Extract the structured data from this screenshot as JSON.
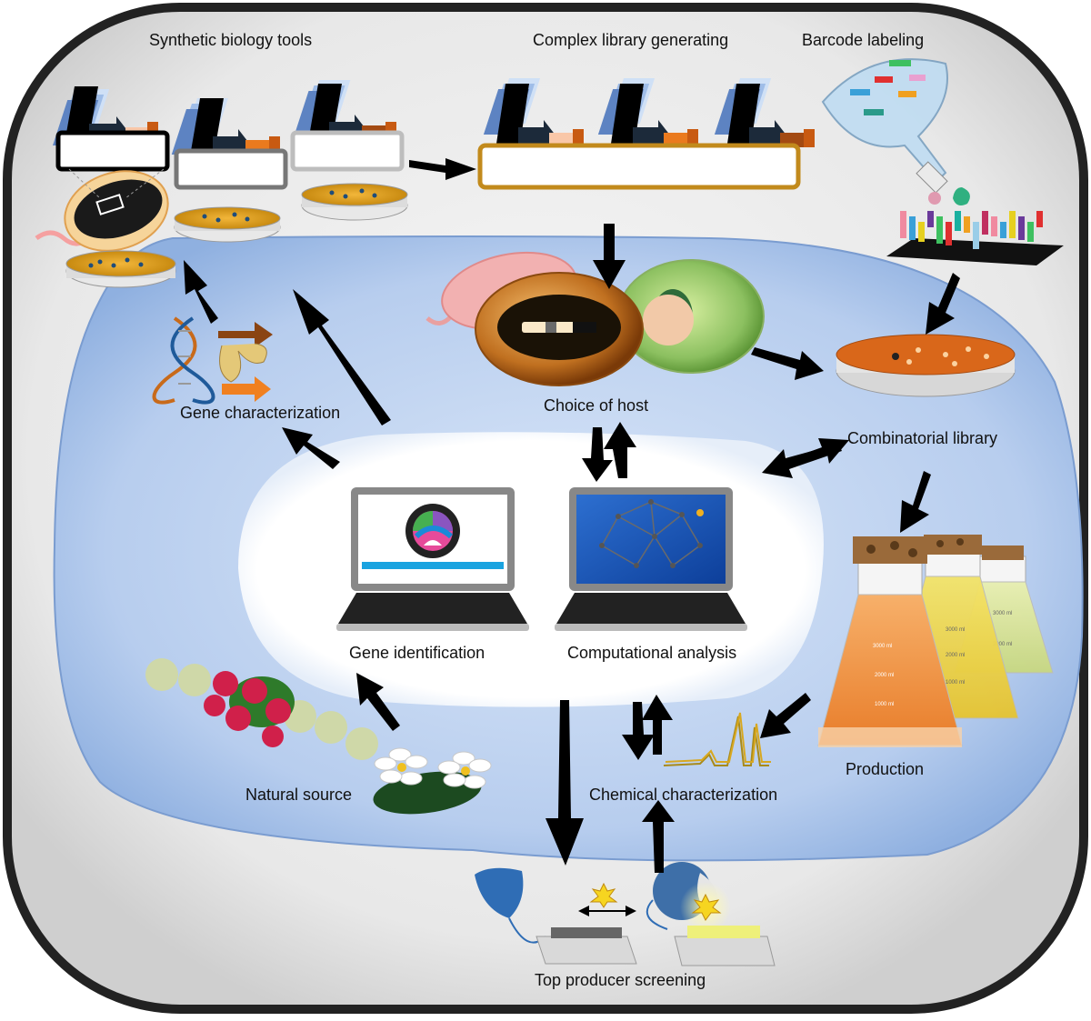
{
  "labels": {
    "synthetic_biology_tools": "Synthetic biology tools",
    "complex_library_generating": "Complex library generating",
    "barcode_labeling": "Barcode labeling",
    "choice_of_host": "Choice of host",
    "gene_characterization": "Gene characterization",
    "combinatorial_library": "Combinatorial library",
    "gene_identification": "Gene identification",
    "computational_analysis": "Computational analysis",
    "production": "Production",
    "natural_source": "Natural source",
    "chemical_characterization": "Chemical characterization",
    "top_producer_screening": "Top producer screening"
  },
  "flask_marks": {
    "front": [
      "3000 ml",
      "2000 ml",
      "1000 ml"
    ],
    "middle": [
      "3000 ml",
      "2000 ml",
      "1000 ml"
    ],
    "back": [
      "3000 ml",
      "2000 ml"
    ]
  },
  "colors": {
    "outer_cell": "#eeeeee",
    "inner_cell": "#b7cdee",
    "core": "#ffffff",
    "arrow": "#000000",
    "plasmid_accent": "#c28a1c",
    "petri_medium": "#e0a020",
    "production_medium": "#f19a46"
  }
}
